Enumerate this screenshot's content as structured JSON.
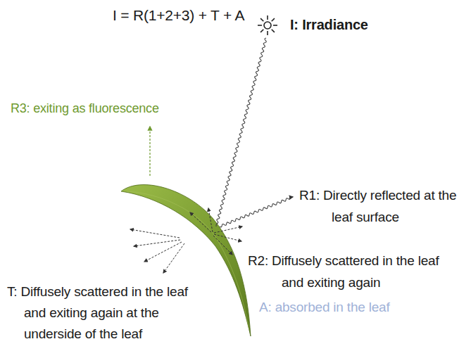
{
  "diagram": {
    "labels": [
      "I = R(1+2+3) + T + A",
      "I: Irradiance",
      "R3: exiting as fluorescence",
      "R1: Directly reflected at the leaf surface",
      "R2: Diffusely scattered in the leaf and exiting again",
      "T: Diffusely scattered in the leaf and exiting again at the underside of the leaf",
      "A: absorbed in the leaf"
    ]
  }
}
